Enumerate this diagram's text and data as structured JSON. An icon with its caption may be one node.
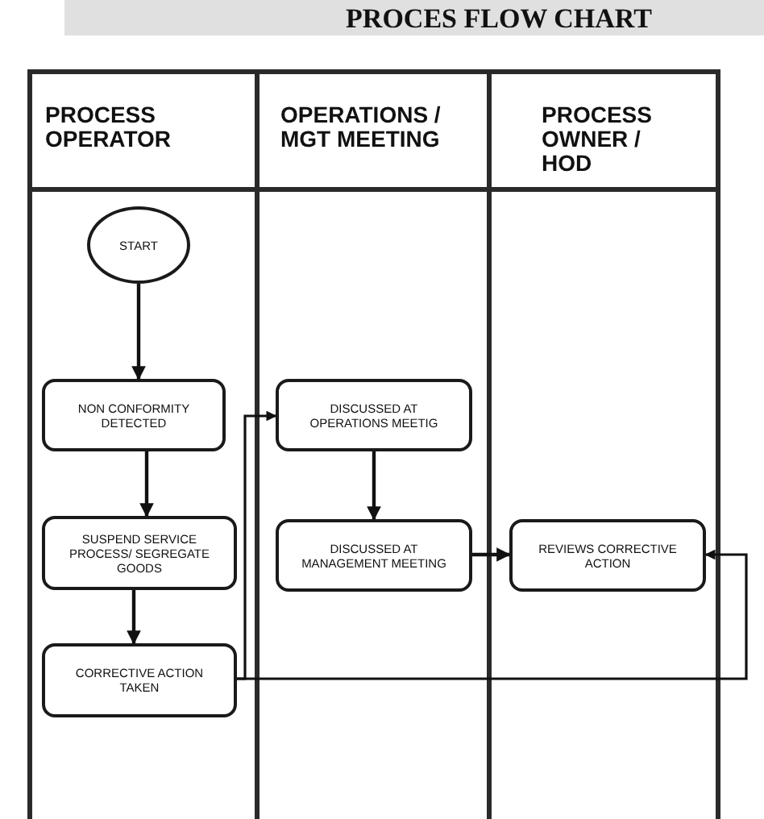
{
  "diagram": {
    "title": "PROCES FLOW CHART",
    "nodes": [
      {
        "text": [
          "PROCESS OPERATOR"
        ]
      },
      {
        "text": [
          "OPERATIONS / MGT MEETING"
        ]
      },
      {
        "text": [
          "PROCESS OWNER / HOD"
        ]
      },
      {
        "text": [
          "START"
        ],
        "in": 0
      },
      {
        "text": [
          "NON CONFORMITY DETECTED"
        ],
        "in": 0
      },
      {
        "text": [
          "SUSPEND SERVICE PROCESS/ SEGREGATE GOODS"
        ],
        "in": 0
      },
      {
        "text": [
          "CORRECTIVE ACTION TAKEN"
        ],
        "in": 0
      },
      {
        "text": [
          "DISCUSSED AT OPERATIONS MEETIG"
        ],
        "in": 1
      },
      {
        "text": [
          "DISCUSSED AT MANAGEMENT MEETING"
        ],
        "in": 1
      },
      {
        "text": [
          "REVIEWS CORRECTIVE ACTION"
        ],
        "in": 2
      }
    ],
    "edges": [
      {
        "from": 3,
        "to": 4,
        "arrow": "to"
      },
      {
        "from": 4,
        "to": 5,
        "arrow": "to"
      },
      {
        "from": 5,
        "to": 6,
        "arrow": "to"
      },
      {
        "from": 7,
        "to": 8,
        "arrow": "to"
      },
      {
        "from": 8,
        "to": 9,
        "arrow": "to"
      },
      {
        "from": 6,
        "to": 7,
        "arrow": "to"
      },
      {
        "from": 6,
        "to": 9,
        "arrow": "to"
      }
    ]
  }
}
